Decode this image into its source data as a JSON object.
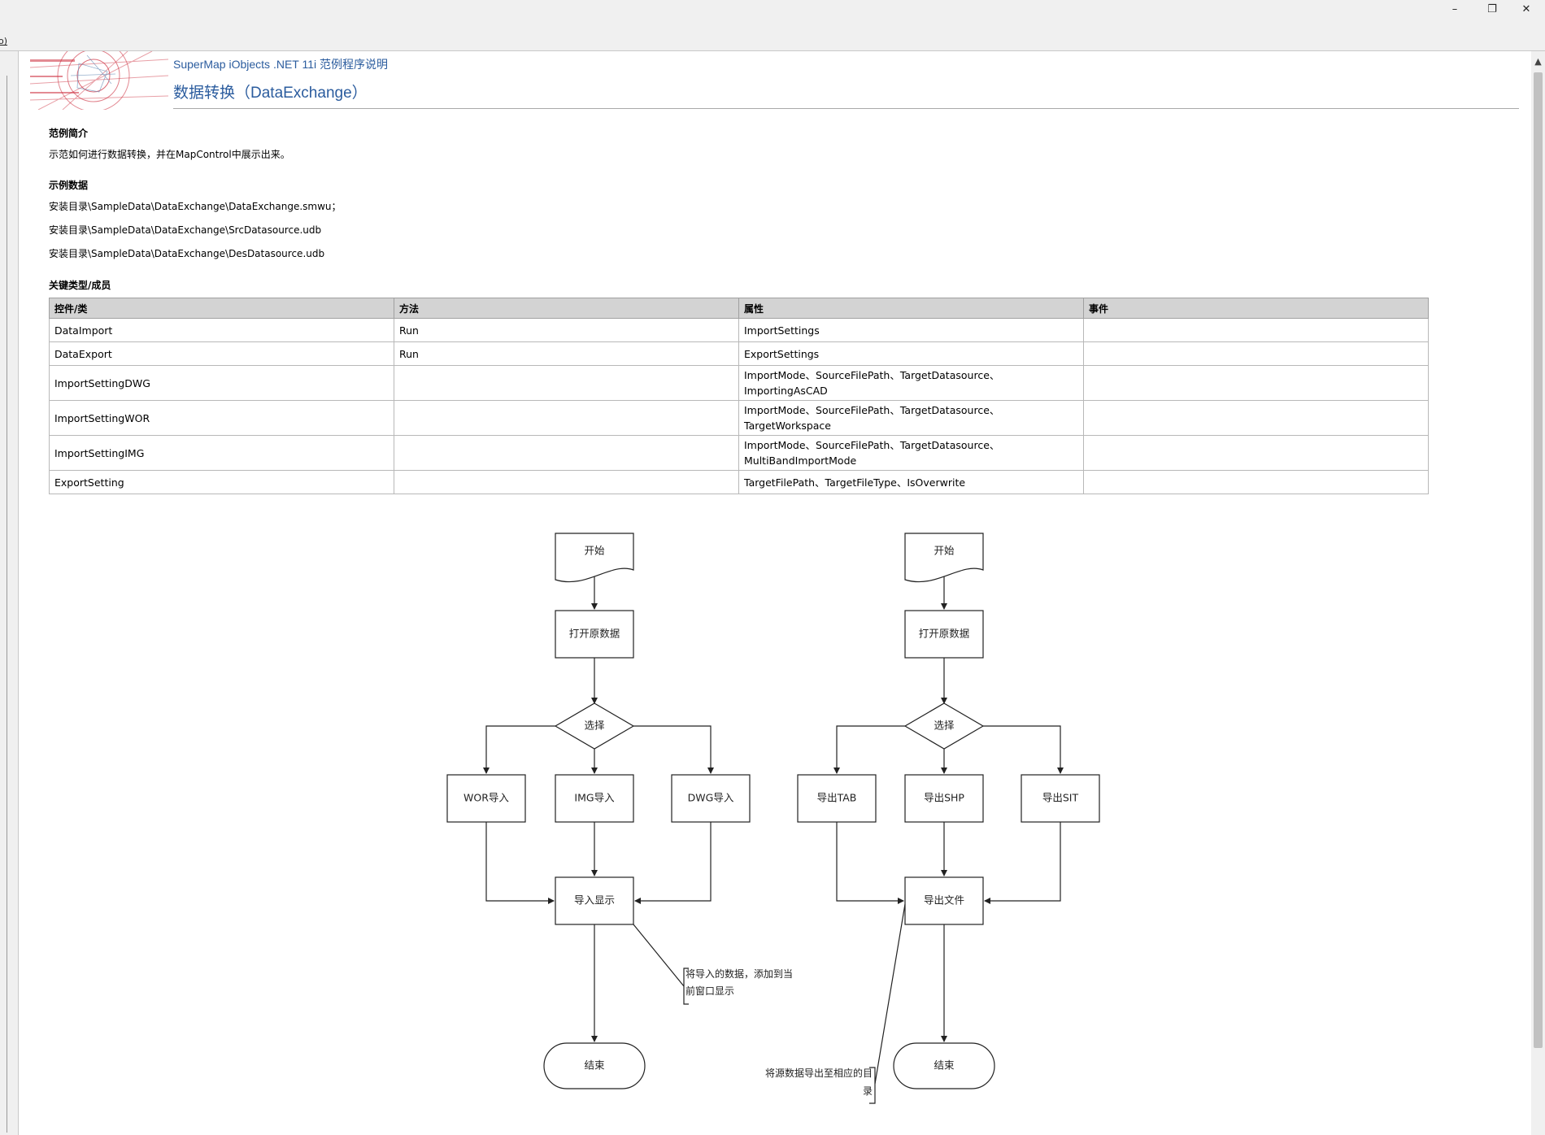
{
  "window": {
    "minimize_icon": "–",
    "restore_icon": "❐",
    "close_icon": "✕",
    "left_fragment": "o)"
  },
  "header": {
    "subtitle": "SuperMap iObjects .NET 11i 范例程序说明",
    "title": "数据转换（DataExchange）"
  },
  "sections": {
    "intro_heading": "范例简介",
    "intro_text": "示范如何进行数据转换，并在MapControl中展示出来。",
    "data_heading": "示例数据",
    "data_lines": [
      "安装目录\\SampleData\\DataExchange\\DataExchange.smwu；",
      "安装目录\\SampleData\\DataExchange\\SrcDatasource.udb",
      "安装目录\\SampleData\\DataExchange\\DesDatasource.udb"
    ],
    "members_heading": "关键类型/成员"
  },
  "table": {
    "headers": [
      "控件/类",
      "方法",
      "属性",
      "事件"
    ],
    "rows": [
      [
        "DataImport",
        "Run",
        "ImportSettings",
        ""
      ],
      [
        "DataExport",
        "Run",
        "ExportSettings",
        ""
      ],
      [
        "ImportSettingDWG",
        "",
        "ImportMode、SourceFilePath、TargetDatasource、ImportingAsCAD",
        ""
      ],
      [
        "ImportSettingWOR",
        "",
        "ImportMode、SourceFilePath、TargetDatasource、\nTargetWorkspace",
        ""
      ],
      [
        "ImportSettingIMG",
        "",
        "ImportMode、SourceFilePath、TargetDatasource、\nMultiBandImportMode",
        ""
      ],
      [
        "ExportSetting",
        "",
        "TargetFilePath、TargetFileType、IsOverwrite",
        ""
      ]
    ]
  },
  "flow_import": {
    "start": "开始",
    "open": "打开原数据",
    "choose": "选择",
    "options": [
      "WOR导入",
      "IMG导入",
      "DWG导入"
    ],
    "result": "导入显示",
    "note_line1": "将导入的数据，添加到当",
    "note_line2": "前窗口显示",
    "end": "结束"
  },
  "flow_export": {
    "start": "开始",
    "open": "打开原数据",
    "choose": "选择",
    "options": [
      "导出TAB",
      "导出SHP",
      "导出SIT"
    ],
    "result": "导出文件",
    "note_line1": "将源数据导出至相应的目",
    "note_line2": "录",
    "end": "结束"
  },
  "colors": {
    "header_blue": "#2b5c9e",
    "logo_red": "#cc2a3a",
    "table_header_bg": "#d3d3d3"
  }
}
